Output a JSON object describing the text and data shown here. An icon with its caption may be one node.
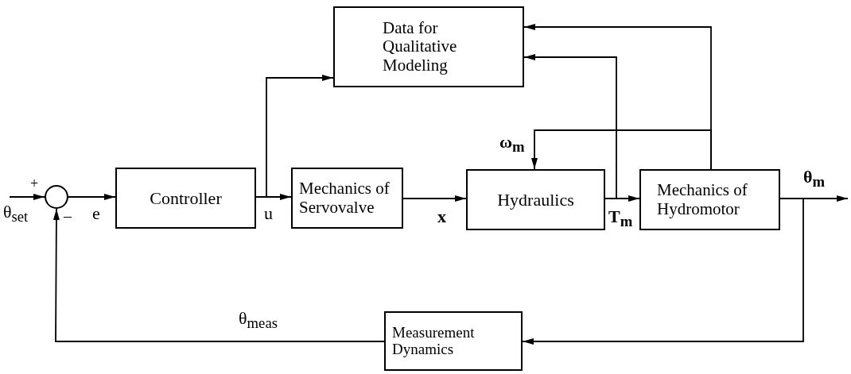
{
  "diagram": {
    "nodes": [
      {
        "text": [
          "Data for Qualitative Modeling"
        ]
      },
      {
        "text": [],
        "shape": "circle"
      },
      {
        "text": [
          "Controller"
        ]
      },
      {
        "text": [
          "Mechanics of Servovalve"
        ]
      },
      {
        "text": [
          "Hydraulics"
        ]
      },
      {
        "text": [
          "Mechanics of Hydromotor"
        ]
      },
      {
        "text": [
          "Measurement Dynamics"
        ]
      },
      {
        "text": [
          "θ$_{set}$"
        ]
      }
    ],
    "edges": [
      {
        "from": 7,
        "to": 1,
        "arrow": "to"
      },
      {
        "from": 1,
        "to": 2,
        "arrow": "to"
      },
      {
        "from": 2,
        "to": 3,
        "arrow": "to"
      },
      {
        "from": 2,
        "to": 0,
        "arrow": "to"
      },
      {
        "from": 3,
        "to": 4,
        "arrow": "to"
      },
      {
        "from": 4,
        "to": 5,
        "arrow": "to"
      },
      {
        "from": 4,
        "to": 0,
        "arrow": "to"
      },
      {
        "from": 5,
        "to": 0,
        "arrow": "to"
      },
      {
        "from": 5,
        "to": 4,
        "arrow": "to"
      },
      {
        "from": 5,
        "to": null,
        "arrow": "to"
      },
      {
        "from": 5,
        "to": 6,
        "arrow": "to"
      },
      {
        "from": 6,
        "to": 1,
        "arrow": "to"
      }
    ],
    "labels": [
      "+",
      "–",
      "e",
      "u",
      "x",
      "ω$_{m}$",
      "T$_{m}$",
      "θ$_{m}$",
      "θ$_{meas}$"
    ]
  }
}
